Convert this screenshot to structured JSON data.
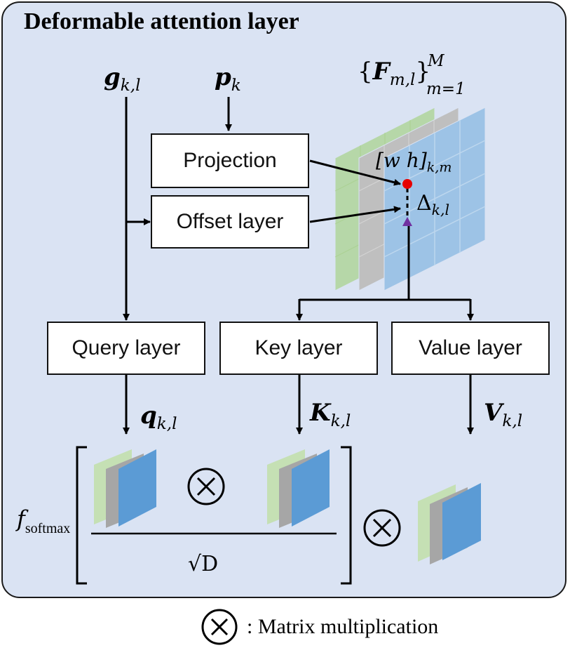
{
  "title": "Deformable attention layer",
  "boxes": {
    "projection": "Projection",
    "offset": "Offset layer",
    "query": "Query layer",
    "key": "Key layer",
    "value": "Value layer"
  },
  "symbols": {
    "g": "g",
    "g_sub": "k,l",
    "p": "p",
    "p_sub": "k",
    "F": "F",
    "F_sub": "m,l",
    "F_sup": "M",
    "F_lower": "m=1",
    "wh": "[w h]",
    "wh_sub": "k,m",
    "delta": "Δ",
    "delta_sub": "k,l",
    "q": "q",
    "q_sub": "k,l",
    "K": "K",
    "K_sub": "k,l",
    "V": "V",
    "V_sub": "k,l",
    "softmax_f": "f",
    "softmax_sub": "softmax",
    "sqrtD": "√D"
  },
  "legend": {
    "text": ": Matrix multiplication",
    "icon": "circled-times-icon"
  },
  "colors": {
    "panel": "#dae3f3",
    "green": "#b6d7a8",
    "gray": "#a6a6a6",
    "blue": "#5b9bd5",
    "point_red": "#e60000",
    "point_purple": "#7030a0"
  }
}
